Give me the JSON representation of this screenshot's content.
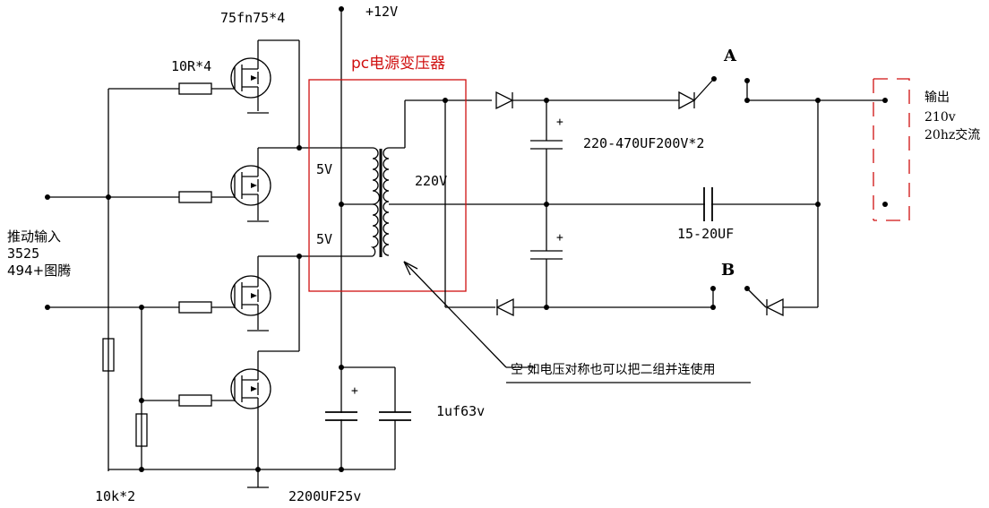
{
  "labels": {
    "vcc": "+12V",
    "mosfet": "75fn75*4",
    "gate_res": "10R*4",
    "transformer": "pc电源变压器",
    "tap_top": "5V",
    "tap_bottom": "5V",
    "secondary": "220V",
    "cap_main": "220-470UF200V*2",
    "cap_coupling": "15-20UF",
    "point_a": "A",
    "point_b": "B",
    "output_title": "输出",
    "output_voltage": "210v",
    "output_freq": "20hz交流",
    "input_title": "推动输入",
    "input_ic": "3525",
    "input_ic2": "494+图腾",
    "note": "空  如电压对称也可以把二组并连使用",
    "cap_small": "1uf63v",
    "cap_bulk": "2200UF25v",
    "bias_res": "10k*2",
    "plus": "+"
  },
  "colors": {
    "wire": "#000000",
    "transformer_box": "#d01010",
    "output_box": "#d01010",
    "background": "#ffffff"
  }
}
